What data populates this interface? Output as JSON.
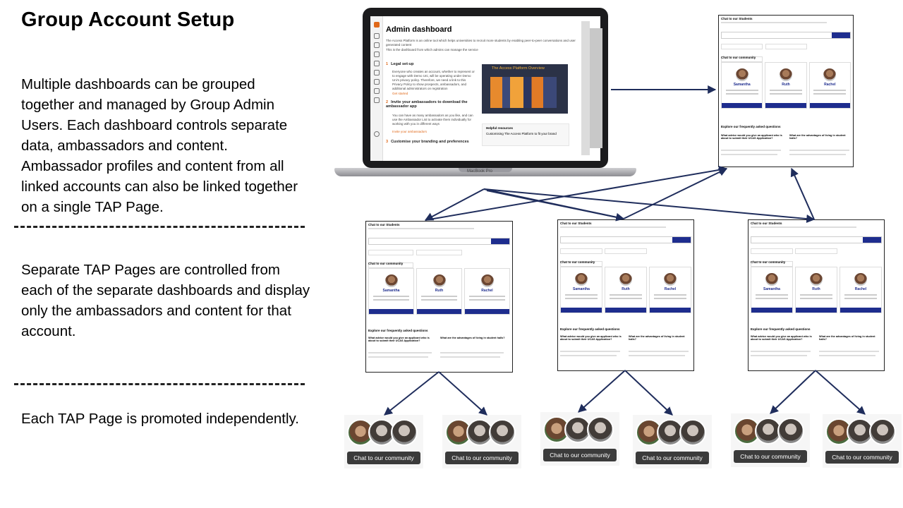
{
  "title": "Group Account Setup",
  "paragraphs": {
    "p1": "Multiple dashboards can be grouped together and managed by Group Admin Users. Each dashboard controls separate data, ambassadors and content. Ambassador profiles and content from all linked accounts can also be linked together on a single TAP Page.",
    "p2": "Separate TAP Pages are controlled from each of the separate dashboards and display only the ambassadors and content for that account.",
    "p3": "Each TAP Page is promoted independently."
  },
  "dashboard": {
    "title": "Admin dashboard",
    "intro1": "The Access Platform is an online tool which helps universities to recruit more students by enabling peer-to-peer conversations and user generated content",
    "intro2": "This is the dashboard from which admins can manage the service",
    "step1": "Legal set-up",
    "step1_text": "Everyone who creates an account, whether to represent or to engage with Demo Uni, will be operating under Demo Uni's privacy policy. Therefore, we need a link to this Privacy Policy to show prospects, ambassadors, and additional administrators on registration",
    "step1_link": "Get started",
    "step2": "Invite your ambassadors to download the ambassador app",
    "step2_text": "You can have as many ambassadors as you like, and can use the Ambassador List to activate them individually for working with you in different ways",
    "step2_link": "Invite your ambassadors",
    "step3": "Customise your branding and preferences",
    "video_title": "The Access Platform Overview",
    "helpful_title": "Helpful resources",
    "helpful_item": "Customising The Access Platform to fit your brand",
    "laptop_label": "MacBook Pro"
  },
  "tap_page": {
    "header": "Chat to our Students",
    "header_main": "Chat to our Students",
    "community": "Chat to our community",
    "names": [
      "Samantha",
      "Ruth",
      "Rachel"
    ],
    "faq_title": "Explore our frequently asked questions",
    "faq_q1": "What advice would you give an applicant who is about to submit their UCAS Application?",
    "faq_q2": "What are the advantages of living in student halls?"
  },
  "widget_label": "Chat to our community",
  "colors": {
    "arrow": "#1f2d5c",
    "tap_blue": "#1e2d8e",
    "accent": "#e0691a",
    "chat_button": "#3b3b3b"
  }
}
